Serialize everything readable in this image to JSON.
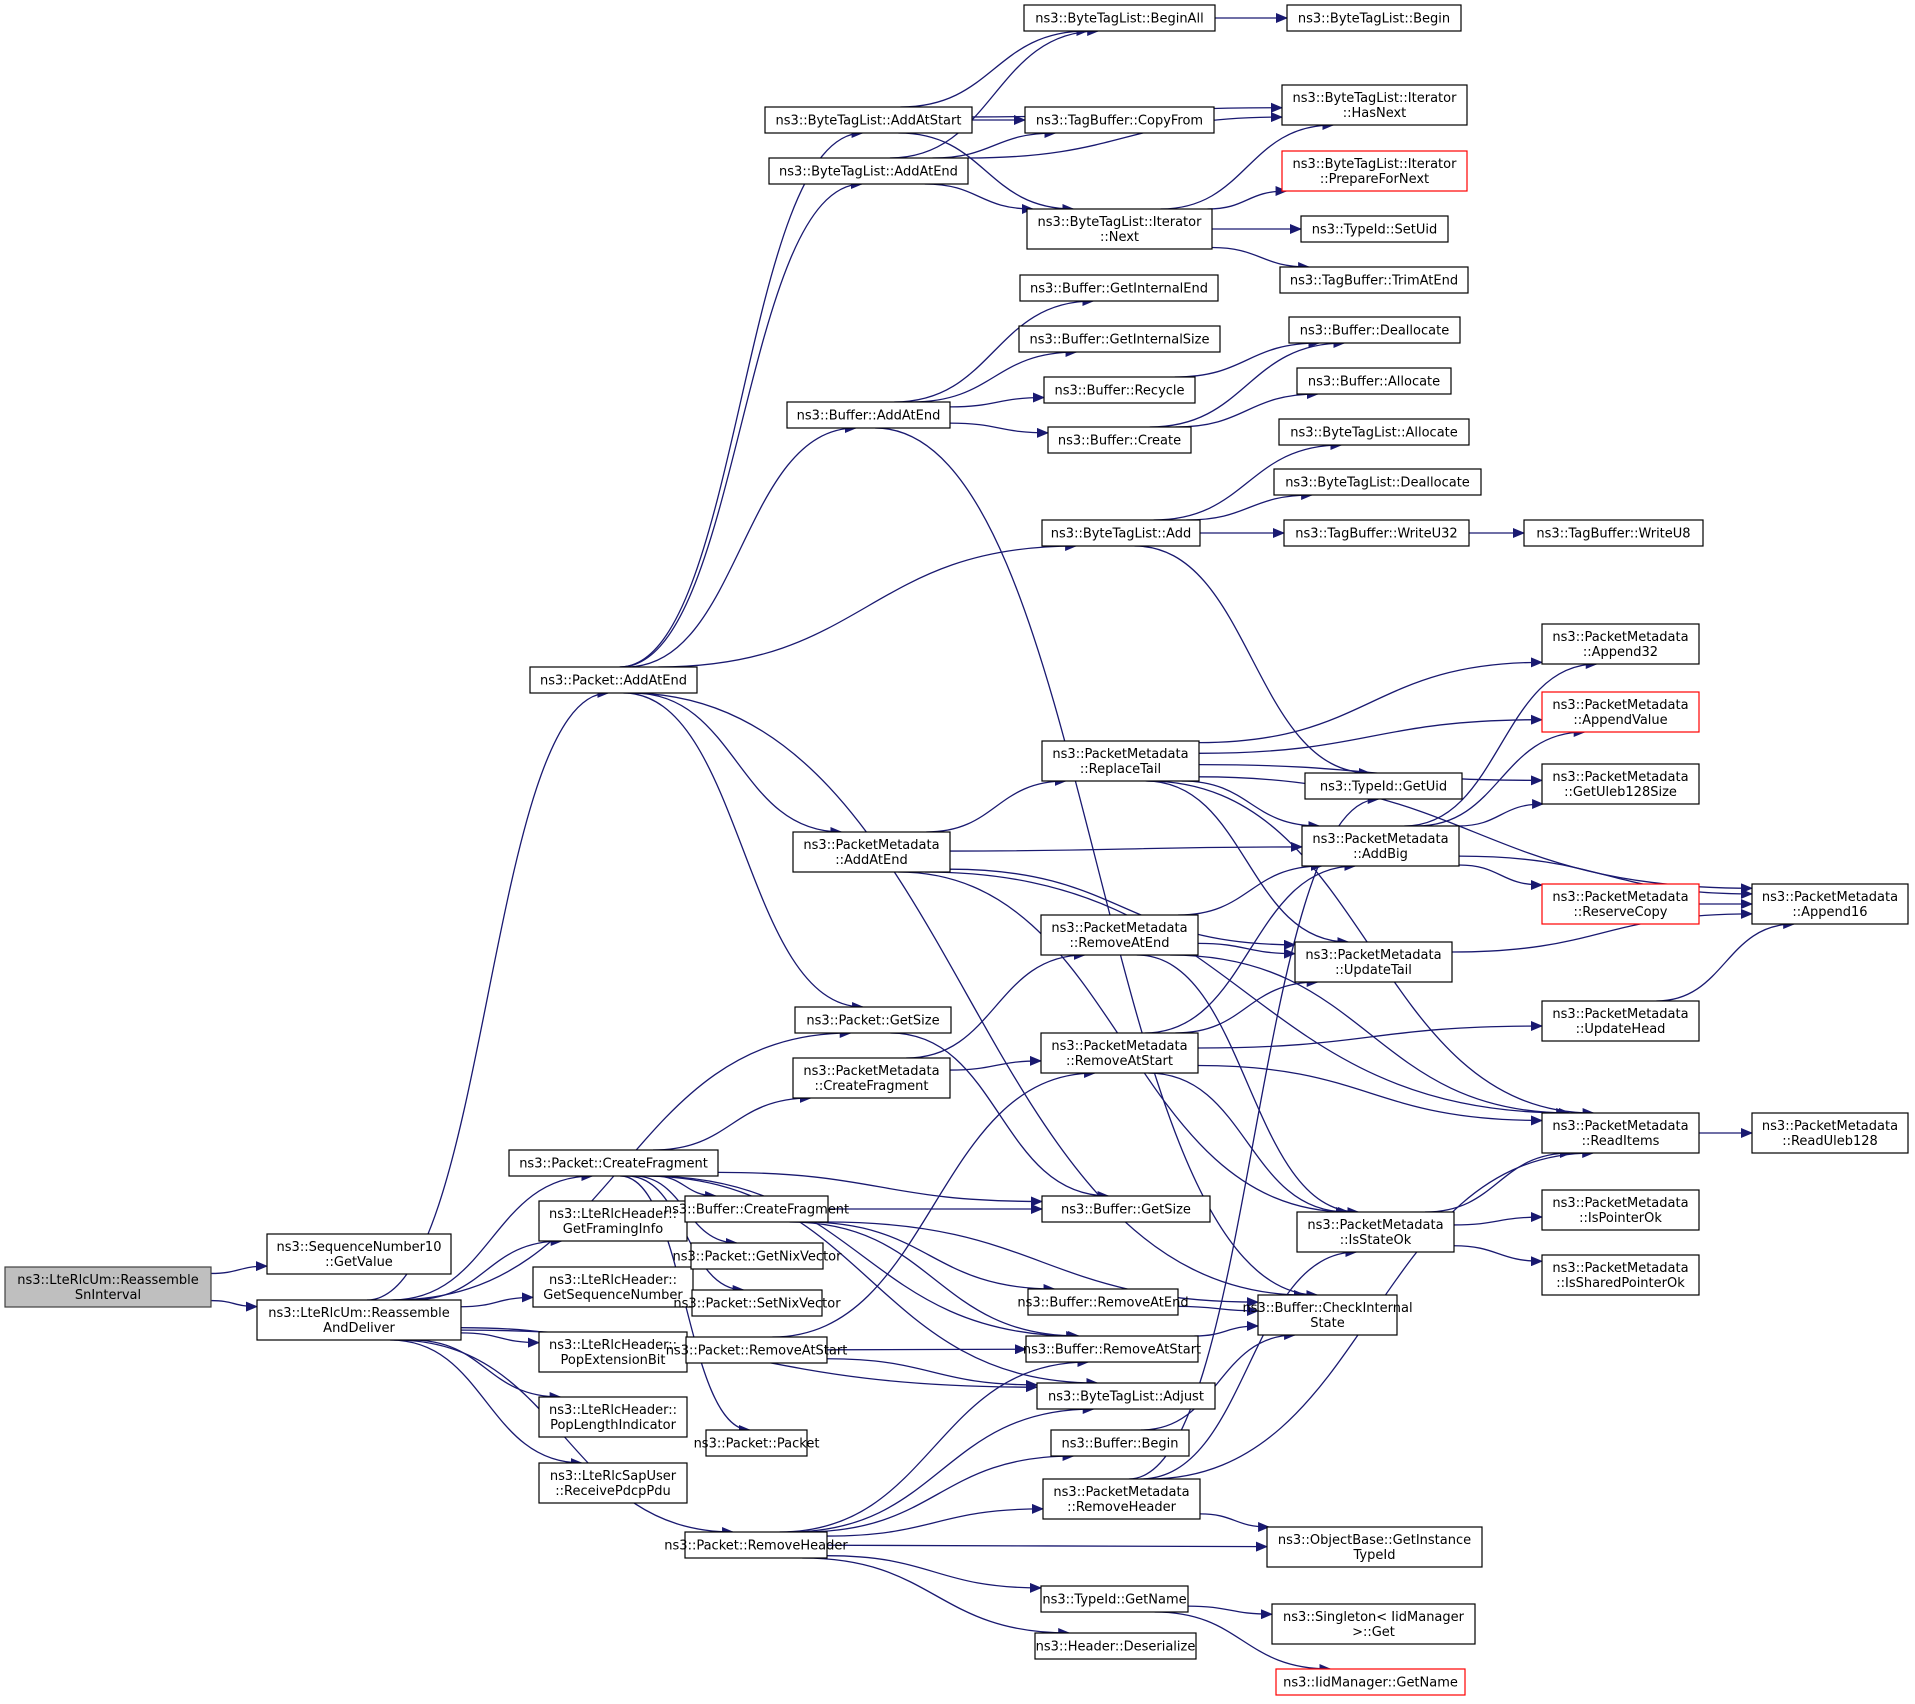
{
  "title": "Call graph of ns3::LteRlcUm::ReassembleSnInterval",
  "colors": {
    "edge": "#191970",
    "root_fill": "#bfbfbf",
    "red_border": "#ff0000",
    "border": "#000000"
  },
  "nodes": [
    {
      "id": "root",
      "lines": [
        "ns3::LteRlcUm::Reassemble",
        "SnInterval"
      ],
      "style": "root"
    },
    {
      "id": "seqGetValue",
      "lines": [
        "ns3::SequenceNumber10",
        "::GetValue"
      ]
    },
    {
      "id": "reassembleAndDeliver",
      "lines": [
        "ns3::LteRlcUm::Reassemble",
        "AndDeliver"
      ]
    },
    {
      "id": "pktAddAtEnd",
      "lines": [
        "ns3::Packet::AddAtEnd"
      ]
    },
    {
      "id": "pktCreateFragment",
      "lines": [
        "ns3::Packet::CreateFragment"
      ]
    },
    {
      "id": "getFramingInfo",
      "lines": [
        "ns3::LteRlcHeader::",
        "GetFramingInfo"
      ]
    },
    {
      "id": "getSeqNum",
      "lines": [
        "ns3::LteRlcHeader::",
        "GetSequenceNumber"
      ]
    },
    {
      "id": "popExtBit",
      "lines": [
        "ns3::LteRlcHeader::",
        "PopExtensionBit"
      ]
    },
    {
      "id": "popLenInd",
      "lines": [
        "ns3::LteRlcHeader::",
        "PopLengthIndicator"
      ]
    },
    {
      "id": "receivePdcpPdu",
      "lines": [
        "ns3::LteRlcSapUser",
        "::ReceivePdcpPdu"
      ]
    },
    {
      "id": "btlAddAtStart",
      "lines": [
        "ns3::ByteTagList::AddAtStart"
      ]
    },
    {
      "id": "btlAddAtEnd",
      "lines": [
        "ns3::ByteTagList::AddAtEnd"
      ]
    },
    {
      "id": "bufAddAtEnd",
      "lines": [
        "ns3::Buffer::AddAtEnd"
      ]
    },
    {
      "id": "pmAddAtEnd",
      "lines": [
        "ns3::PacketMetadata",
        "::AddAtEnd"
      ]
    },
    {
      "id": "pktGetSize",
      "lines": [
        "ns3::Packet::GetSize"
      ]
    },
    {
      "id": "pmCreateFragment",
      "lines": [
        "ns3::PacketMetadata",
        "::CreateFragment"
      ]
    },
    {
      "id": "bufCreateFragment",
      "lines": [
        "ns3::Buffer::CreateFragment"
      ]
    },
    {
      "id": "pktGetNix",
      "lines": [
        "ns3::Packet::GetNixVector"
      ]
    },
    {
      "id": "pktSetNix",
      "lines": [
        "ns3::Packet::SetNixVector"
      ]
    },
    {
      "id": "pktRemoveAtStart",
      "lines": [
        "ns3::Packet::RemoveAtStart"
      ]
    },
    {
      "id": "pktPacket",
      "lines": [
        "ns3::Packet::Packet"
      ]
    },
    {
      "id": "pktRemoveHeader",
      "lines": [
        "ns3::Packet::RemoveHeader"
      ]
    },
    {
      "id": "btlBeginAll",
      "lines": [
        "ns3::ByteTagList::BeginAll"
      ]
    },
    {
      "id": "btlBegin",
      "lines": [
        "ns3::ByteTagList::Begin"
      ]
    },
    {
      "id": "tbCopyFrom",
      "lines": [
        "ns3::TagBuffer::CopyFrom"
      ]
    },
    {
      "id": "itHasNext",
      "lines": [
        "ns3::ByteTagList::Iterator",
        "::HasNext"
      ]
    },
    {
      "id": "itPrepare",
      "lines": [
        "ns3::ByteTagList::Iterator",
        "::PrepareForNext"
      ],
      "style": "red"
    },
    {
      "id": "itNext",
      "lines": [
        "ns3::ByteTagList::Iterator",
        "::Next"
      ]
    },
    {
      "id": "tidSetUid",
      "lines": [
        "ns3::TypeId::SetUid"
      ]
    },
    {
      "id": "tbTrimAtEnd",
      "lines": [
        "ns3::TagBuffer::TrimAtEnd"
      ]
    },
    {
      "id": "bufGetInternalEnd",
      "lines": [
        "ns3::Buffer::GetInternalEnd"
      ]
    },
    {
      "id": "bufGetInternalSize",
      "lines": [
        "ns3::Buffer::GetInternalSize"
      ]
    },
    {
      "id": "bufDeallocate",
      "lines": [
        "ns3::Buffer::Deallocate"
      ]
    },
    {
      "id": "bufRecycle",
      "lines": [
        "ns3::Buffer::Recycle"
      ]
    },
    {
      "id": "bufAllocate",
      "lines": [
        "ns3::Buffer::Allocate"
      ]
    },
    {
      "id": "bufCreate",
      "lines": [
        "ns3::Buffer::Create"
      ]
    },
    {
      "id": "btlAllocate",
      "lines": [
        "ns3::ByteTagList::Allocate"
      ]
    },
    {
      "id": "btlDeallocate",
      "lines": [
        "ns3::ByteTagList::Deallocate"
      ]
    },
    {
      "id": "btlAdd",
      "lines": [
        "ns3::ByteTagList::Add"
      ]
    },
    {
      "id": "tbWriteU32",
      "lines": [
        "ns3::TagBuffer::WriteU32"
      ]
    },
    {
      "id": "tbWriteU8",
      "lines": [
        "ns3::TagBuffer::WriteU8"
      ]
    },
    {
      "id": "pmAppend32",
      "lines": [
        "ns3::PacketMetadata",
        "::Append32"
      ]
    },
    {
      "id": "pmAppendValue",
      "lines": [
        "ns3::PacketMetadata",
        "::AppendValue"
      ],
      "style": "red"
    },
    {
      "id": "pmReplaceTail",
      "lines": [
        "ns3::PacketMetadata",
        "::ReplaceTail"
      ]
    },
    {
      "id": "pmGetUleb128Size",
      "lines": [
        "ns3::PacketMetadata",
        "::GetUleb128Size"
      ]
    },
    {
      "id": "tidGetUid",
      "lines": [
        "ns3::TypeId::GetUid"
      ]
    },
    {
      "id": "pmAddBig",
      "lines": [
        "ns3::PacketMetadata",
        "::AddBig"
      ]
    },
    {
      "id": "pmReserveCopy",
      "lines": [
        "ns3::PacketMetadata",
        "::ReserveCopy"
      ],
      "style": "red"
    },
    {
      "id": "pmAppend16",
      "lines": [
        "ns3::PacketMetadata",
        "::Append16"
      ]
    },
    {
      "id": "pmRemoveAtEnd",
      "lines": [
        "ns3::PacketMetadata",
        "::RemoveAtEnd"
      ]
    },
    {
      "id": "pmUpdateTail",
      "lines": [
        "ns3::PacketMetadata",
        "::UpdateTail"
      ]
    },
    {
      "id": "pmUpdateHead",
      "lines": [
        "ns3::PacketMetadata",
        "::UpdateHead"
      ]
    },
    {
      "id": "pmRemoveAtStart",
      "lines": [
        "ns3::PacketMetadata",
        "::RemoveAtStart"
      ]
    },
    {
      "id": "pmReadItems",
      "lines": [
        "ns3::PacketMetadata",
        "::ReadItems"
      ]
    },
    {
      "id": "pmReadUleb128",
      "lines": [
        "ns3::PacketMetadata",
        "::ReadUleb128"
      ]
    },
    {
      "id": "bufGetSize",
      "lines": [
        "ns3::Buffer::GetSize"
      ]
    },
    {
      "id": "pmIsStateOk",
      "lines": [
        "ns3::PacketMetadata",
        "::IsStateOk"
      ]
    },
    {
      "id": "pmIsPointerOk",
      "lines": [
        "ns3::PacketMetadata",
        "::IsPointerOk"
      ]
    },
    {
      "id": "pmIsSharedPointerOk",
      "lines": [
        "ns3::PacketMetadata",
        "::IsSharedPointerOk"
      ]
    },
    {
      "id": "bufRemoveAtEnd",
      "lines": [
        "ns3::Buffer::RemoveAtEnd"
      ]
    },
    {
      "id": "bufCheckInternal",
      "lines": [
        "ns3::Buffer::CheckInternal",
        "State"
      ]
    },
    {
      "id": "bufRemoveAtStart",
      "lines": [
        "ns3::Buffer::RemoveAtStart"
      ]
    },
    {
      "id": "btlAdjust",
      "lines": [
        "ns3::ByteTagList::Adjust"
      ]
    },
    {
      "id": "bufBegin",
      "lines": [
        "ns3::Buffer::Begin"
      ]
    },
    {
      "id": "pmRemoveHeader",
      "lines": [
        "ns3::PacketMetadata",
        "::RemoveHeader"
      ]
    },
    {
      "id": "obGetInstanceTypeId",
      "lines": [
        "ns3::ObjectBase::GetInstance",
        "TypeId"
      ]
    },
    {
      "id": "tidGetName",
      "lines": [
        "ns3::TypeId::GetName"
      ]
    },
    {
      "id": "singletonGet",
      "lines": [
        "ns3::Singleton< IidManager",
        ">::Get"
      ]
    },
    {
      "id": "hdrDeserialize",
      "lines": [
        "ns3::Header::Deserialize"
      ]
    },
    {
      "id": "iidGetName",
      "lines": [
        "ns3::IidManager::GetName"
      ],
      "style": "red"
    }
  ],
  "edges": [
    [
      "root",
      "seqGetValue"
    ],
    [
      "root",
      "reassembleAndDeliver"
    ],
    [
      "reassembleAndDeliver",
      "pktAddAtEnd"
    ],
    [
      "reassembleAndDeliver",
      "pktCreateFragment"
    ],
    [
      "reassembleAndDeliver",
      "getFramingInfo"
    ],
    [
      "reassembleAndDeliver",
      "getSeqNum"
    ],
    [
      "reassembleAndDeliver",
      "popExtBit"
    ],
    [
      "reassembleAndDeliver",
      "popLenInd"
    ],
    [
      "reassembleAndDeliver",
      "receivePdcpPdu"
    ],
    [
      "reassembleAndDeliver",
      "pktGetSize"
    ],
    [
      "reassembleAndDeliver",
      "pktRemoveAtStart"
    ],
    [
      "reassembleAndDeliver",
      "pktRemoveHeader"
    ],
    [
      "reassembleAndDeliver",
      "btlAdjust"
    ],
    [
      "pktAddAtEnd",
      "btlAddAtStart"
    ],
    [
      "pktAddAtEnd",
      "btlAddAtEnd"
    ],
    [
      "pktAddAtEnd",
      "bufAddAtEnd"
    ],
    [
      "pktAddAtEnd",
      "btlAdd"
    ],
    [
      "pktAddAtEnd",
      "pmAddAtEnd"
    ],
    [
      "pktAddAtEnd",
      "pktGetSize"
    ],
    [
      "pktAddAtEnd",
      "bufCheckInternal"
    ],
    [
      "pktCreateFragment",
      "pmCreateFragment"
    ],
    [
      "pktCreateFragment",
      "bufCreateFragment"
    ],
    [
      "pktCreateFragment",
      "bufGetSize"
    ],
    [
      "pktCreateFragment",
      "pktGetNix"
    ],
    [
      "pktCreateFragment",
      "pktSetNix"
    ],
    [
      "pktCreateFragment",
      "pktPacket"
    ],
    [
      "pktCreateFragment",
      "btlAdjust"
    ],
    [
      "pktCreateFragment",
      "bufRemoveAtStart"
    ],
    [
      "btlAddAtStart",
      "btlBeginAll"
    ],
    [
      "btlAddAtStart",
      "itHasNext"
    ],
    [
      "btlAddAtStart",
      "tbCopyFrom"
    ],
    [
      "btlAddAtStart",
      "itNext"
    ],
    [
      "btlAddAtEnd",
      "btlBeginAll"
    ],
    [
      "btlAddAtEnd",
      "tbCopyFrom"
    ],
    [
      "btlAddAtEnd",
      "itHasNext"
    ],
    [
      "btlAddAtEnd",
      "itNext"
    ],
    [
      "btlBeginAll",
      "btlBegin"
    ],
    [
      "itNext",
      "itHasNext"
    ],
    [
      "itNext",
      "itPrepare"
    ],
    [
      "itNext",
      "tidSetUid"
    ],
    [
      "itNext",
      "tbTrimAtEnd"
    ],
    [
      "bufAddAtEnd",
      "bufGetInternalEnd"
    ],
    [
      "bufAddAtEnd",
      "bufGetInternalSize"
    ],
    [
      "bufAddAtEnd",
      "bufRecycle"
    ],
    [
      "bufAddAtEnd",
      "bufCreate"
    ],
    [
      "bufAddAtEnd",
      "bufCheckInternal"
    ],
    [
      "bufRecycle",
      "bufDeallocate"
    ],
    [
      "bufCreate",
      "bufDeallocate"
    ],
    [
      "bufCreate",
      "bufAllocate"
    ],
    [
      "btlAdd",
      "btlAllocate"
    ],
    [
      "btlAdd",
      "btlDeallocate"
    ],
    [
      "btlAdd",
      "tbWriteU32"
    ],
    [
      "btlAdd",
      "tidGetUid"
    ],
    [
      "tbWriteU32",
      "tbWriteU8"
    ],
    [
      "pmAddAtEnd",
      "pmReplaceTail"
    ],
    [
      "pmAddAtEnd",
      "pmAddBig"
    ],
    [
      "pmAddAtEnd",
      "pmUpdateTail"
    ],
    [
      "pmAddAtEnd",
      "pmReadItems"
    ],
    [
      "pmAddAtEnd",
      "pmIsStateOk"
    ],
    [
      "pmReplaceTail",
      "pmAppend32"
    ],
    [
      "pmReplaceTail",
      "pmAppendValue"
    ],
    [
      "pmReplaceTail",
      "pmGetUleb128Size"
    ],
    [
      "pmReplaceTail",
      "pmAppend16"
    ],
    [
      "pmReplaceTail",
      "pmAddBig"
    ],
    [
      "pmReplaceTail",
      "pmUpdateTail"
    ],
    [
      "pmReplaceTail",
      "pmReadItems"
    ],
    [
      "pmAddBig",
      "pmAppend32"
    ],
    [
      "pmAddBig",
      "pmAppendValue"
    ],
    [
      "pmAddBig",
      "pmGetUleb128Size"
    ],
    [
      "pmAddBig",
      "pmReserveCopy"
    ],
    [
      "pmAddBig",
      "pmAppend16"
    ],
    [
      "pmReserveCopy",
      "pmAppend16"
    ],
    [
      "pmUpdateTail",
      "pmAppend16"
    ],
    [
      "pmUpdateHead",
      "pmAppend16"
    ],
    [
      "pmRemoveAtEnd",
      "pmUpdateTail"
    ],
    [
      "pmRemoveAtEnd",
      "pmAddBig"
    ],
    [
      "pmRemoveAtEnd",
      "pmReadItems"
    ],
    [
      "pmRemoveAtEnd",
      "pmIsStateOk"
    ],
    [
      "pmRemoveAtStart",
      "pmUpdateHead"
    ],
    [
      "pmRemoveAtStart",
      "pmAddBig"
    ],
    [
      "pmRemoveAtStart",
      "pmReadItems"
    ],
    [
      "pmRemoveAtStart",
      "pmIsStateOk"
    ],
    [
      "pmRemoveAtStart",
      "pmUpdateTail"
    ],
    [
      "pmCreateFragment",
      "pmRemoveAtEnd"
    ],
    [
      "pmCreateFragment",
      "pmRemoveAtStart"
    ],
    [
      "pktGetSize",
      "bufGetSize"
    ],
    [
      "pmReadItems",
      "pmReadUleb128"
    ],
    [
      "pmIsStateOk",
      "pmReadItems"
    ],
    [
      "pmIsStateOk",
      "pmIsPointerOk"
    ],
    [
      "pmIsStateOk",
      "pmIsSharedPointerOk"
    ],
    [
      "bufCreateFragment",
      "bufGetSize"
    ],
    [
      "bufCreateFragment",
      "bufRemoveAtEnd"
    ],
    [
      "bufCreateFragment",
      "bufRemoveAtStart"
    ],
    [
      "bufCreateFragment",
      "bufCheckInternal"
    ],
    [
      "bufRemoveAtEnd",
      "bufCheckInternal"
    ],
    [
      "bufRemoveAtStart",
      "bufCheckInternal"
    ],
    [
      "pktRemoveAtStart",
      "bufRemoveAtStart"
    ],
    [
      "pktRemoveAtStart",
      "btlAdjust"
    ],
    [
      "pktRemoveAtStart",
      "pmRemoveAtStart"
    ],
    [
      "bufBegin",
      "bufCheckInternal"
    ],
    [
      "pktRemoveHeader",
      "bufBegin"
    ],
    [
      "pktRemoveHeader",
      "pmRemoveHeader"
    ],
    [
      "pktRemoveHeader",
      "obGetInstanceTypeId"
    ],
    [
      "pktRemoveHeader",
      "tidGetName"
    ],
    [
      "pktRemoveHeader",
      "hdrDeserialize"
    ],
    [
      "pktRemoveHeader",
      "btlAdjust"
    ],
    [
      "pktRemoveHeader",
      "bufRemoveAtStart"
    ],
    [
      "pmRemoveHeader",
      "obGetInstanceTypeId"
    ],
    [
      "pmRemoveHeader",
      "tidGetUid"
    ],
    [
      "pmRemoveHeader",
      "pmReadItems"
    ],
    [
      "pmRemoveHeader",
      "pmIsStateOk"
    ],
    [
      "tidGetName",
      "singletonGet"
    ],
    [
      "tidGetName",
      "iidGetName"
    ]
  ]
}
